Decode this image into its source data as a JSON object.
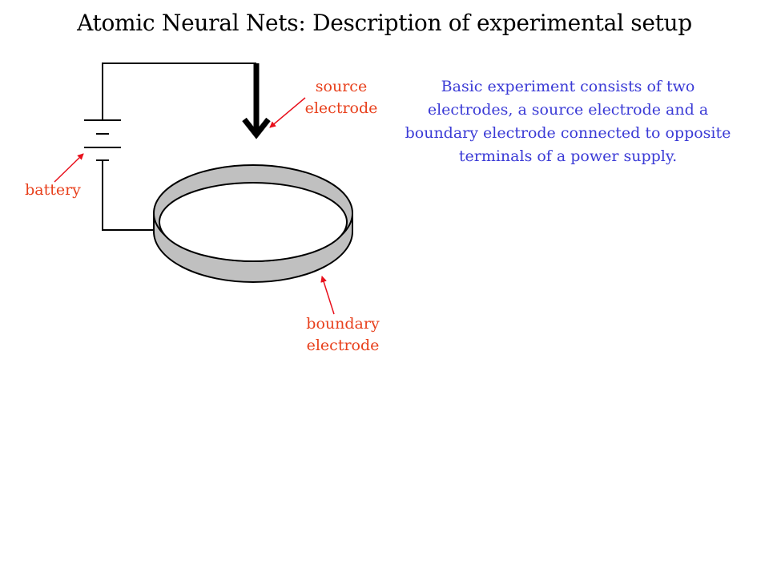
{
  "title": "Atomic Neural Nets: Description of experimental setup",
  "labels": {
    "source_line1": "source",
    "source_line2": "electrode",
    "battery": "battery",
    "boundary_line1": "boundary",
    "boundary_line2": "electrode"
  },
  "description": "Basic experiment consists of two electrodes, a source electrode and a boundary electrode connected to opposite terminals of a power supply.",
  "colors": {
    "label": "#e8401c",
    "description": "#3b3bd6",
    "arrow": "#e8101c",
    "wire": "#000000",
    "ring_fill": "#c0c0c0"
  }
}
